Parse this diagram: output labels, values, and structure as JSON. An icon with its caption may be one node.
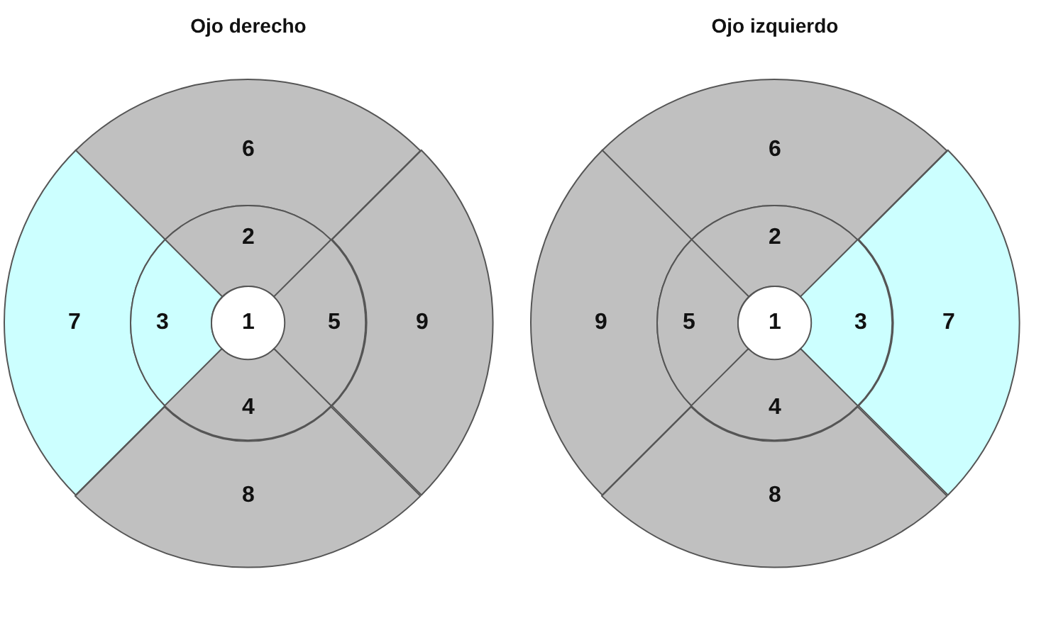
{
  "diagram": {
    "nodes": [
      {
        "text": [
          "Ojo derecho"
        ]
      },
      {
        "text": [
          "6"
        ],
        "in": 0
      },
      {
        "text": [
          "2"
        ],
        "in": 0
      },
      {
        "text": [
          "7"
        ],
        "in": 0
      },
      {
        "text": [
          "3"
        ],
        "in": 0
      },
      {
        "text": [
          "1"
        ],
        "in": 0
      },
      {
        "text": [
          "5"
        ],
        "in": 0
      },
      {
        "text": [
          "9"
        ],
        "in": 0
      },
      {
        "text": [
          "4"
        ],
        "in": 0
      },
      {
        "text": [
          "8"
        ],
        "in": 0
      },
      {
        "text": [
          "Ojo izquierdo"
        ]
      },
      {
        "text": [
          "6"
        ],
        "in": 10
      },
      {
        "text": [
          "2"
        ],
        "in": 10
      },
      {
        "text": [
          "9"
        ],
        "in": 10
      },
      {
        "text": [
          "5"
        ],
        "in": 10
      },
      {
        "text": [
          "1"
        ],
        "in": 10
      },
      {
        "text": [
          "3"
        ],
        "in": 10
      },
      {
        "text": [
          "7"
        ],
        "in": 10
      },
      {
        "text": [
          "4"
        ],
        "in": 10
      },
      {
        "text": [
          "8"
        ],
        "in": 10
      }
    ],
    "edges": []
  }
}
